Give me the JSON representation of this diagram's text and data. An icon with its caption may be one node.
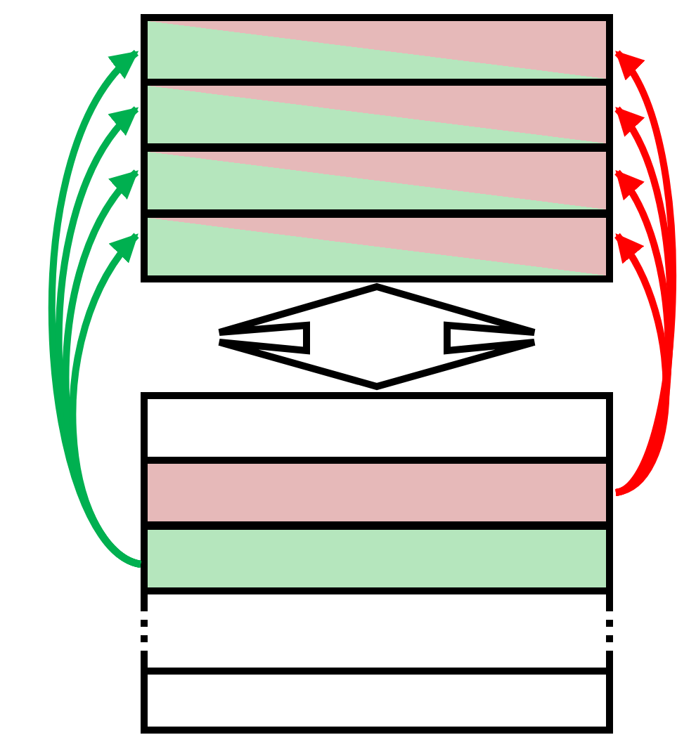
{
  "diagram": {
    "nodes": [
      {
        "text": [],
        "shape": "bar"
      },
      {
        "text": [],
        "shape": "bar"
      },
      {
        "text": [],
        "shape": "bar"
      },
      {
        "text": [],
        "shape": "bar"
      },
      {
        "text": [],
        "shape": "bar"
      },
      {
        "text": [],
        "shape": "bar"
      },
      {
        "text": [],
        "shape": "bar"
      },
      {
        "text": [],
        "shape": "bar"
      }
    ],
    "edges": [
      {
        "from": 6,
        "to": 0,
        "arrow": "to",
        "color": "#00b050"
      },
      {
        "from": 6,
        "to": 1,
        "arrow": "to",
        "color": "#00b050"
      },
      {
        "from": 6,
        "to": 2,
        "arrow": "to",
        "color": "#00b050"
      },
      {
        "from": 6,
        "to": 3,
        "arrow": "to",
        "color": "#00b050"
      },
      {
        "from": 5,
        "to": 0,
        "arrow": "to",
        "color": "#ff0000"
      },
      {
        "from": 5,
        "to": 1,
        "arrow": "to",
        "color": "#ff0000"
      },
      {
        "from": 5,
        "to": 2,
        "arrow": "to",
        "color": "#ff0000"
      },
      {
        "from": 5,
        "to": 3,
        "arrow": "to",
        "color": "#ff0000"
      },
      {
        "from": 3,
        "to": 4,
        "arrow": "both"
      }
    ]
  }
}
